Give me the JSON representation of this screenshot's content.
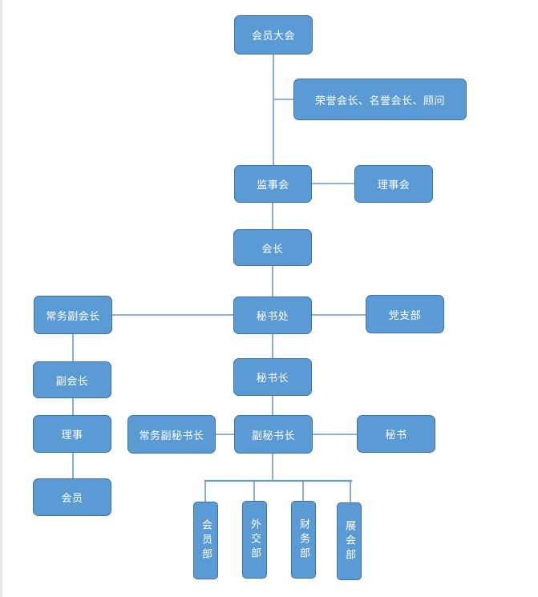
{
  "title": "Organization chart",
  "colors": {
    "node_fill": "#5b9bd5",
    "node_border": "#41719c",
    "connector": "#6a9ac4",
    "text": "#ffffff"
  },
  "nodes": {
    "general_assembly": "会员大会",
    "honorary": "荣誉会长、名誉会长、顾问",
    "supervisory_board": "监事会",
    "council": "理事会",
    "president": "会长",
    "secretariat": "秘书处",
    "party_branch": "党支部",
    "executive_vice_president": "常务副会长",
    "vice_president": "副会长",
    "director": "理事",
    "member": "会员",
    "secretary_general": "秘书长",
    "executive_deputy_secretary_general": "常务副秘书长",
    "deputy_secretary_general": "副秘书长",
    "secretary": "秘书",
    "dept_membership": "会员部",
    "dept_foreign_affairs": "外交部",
    "dept_finance": "财务部",
    "dept_exhibition": "展会部"
  }
}
